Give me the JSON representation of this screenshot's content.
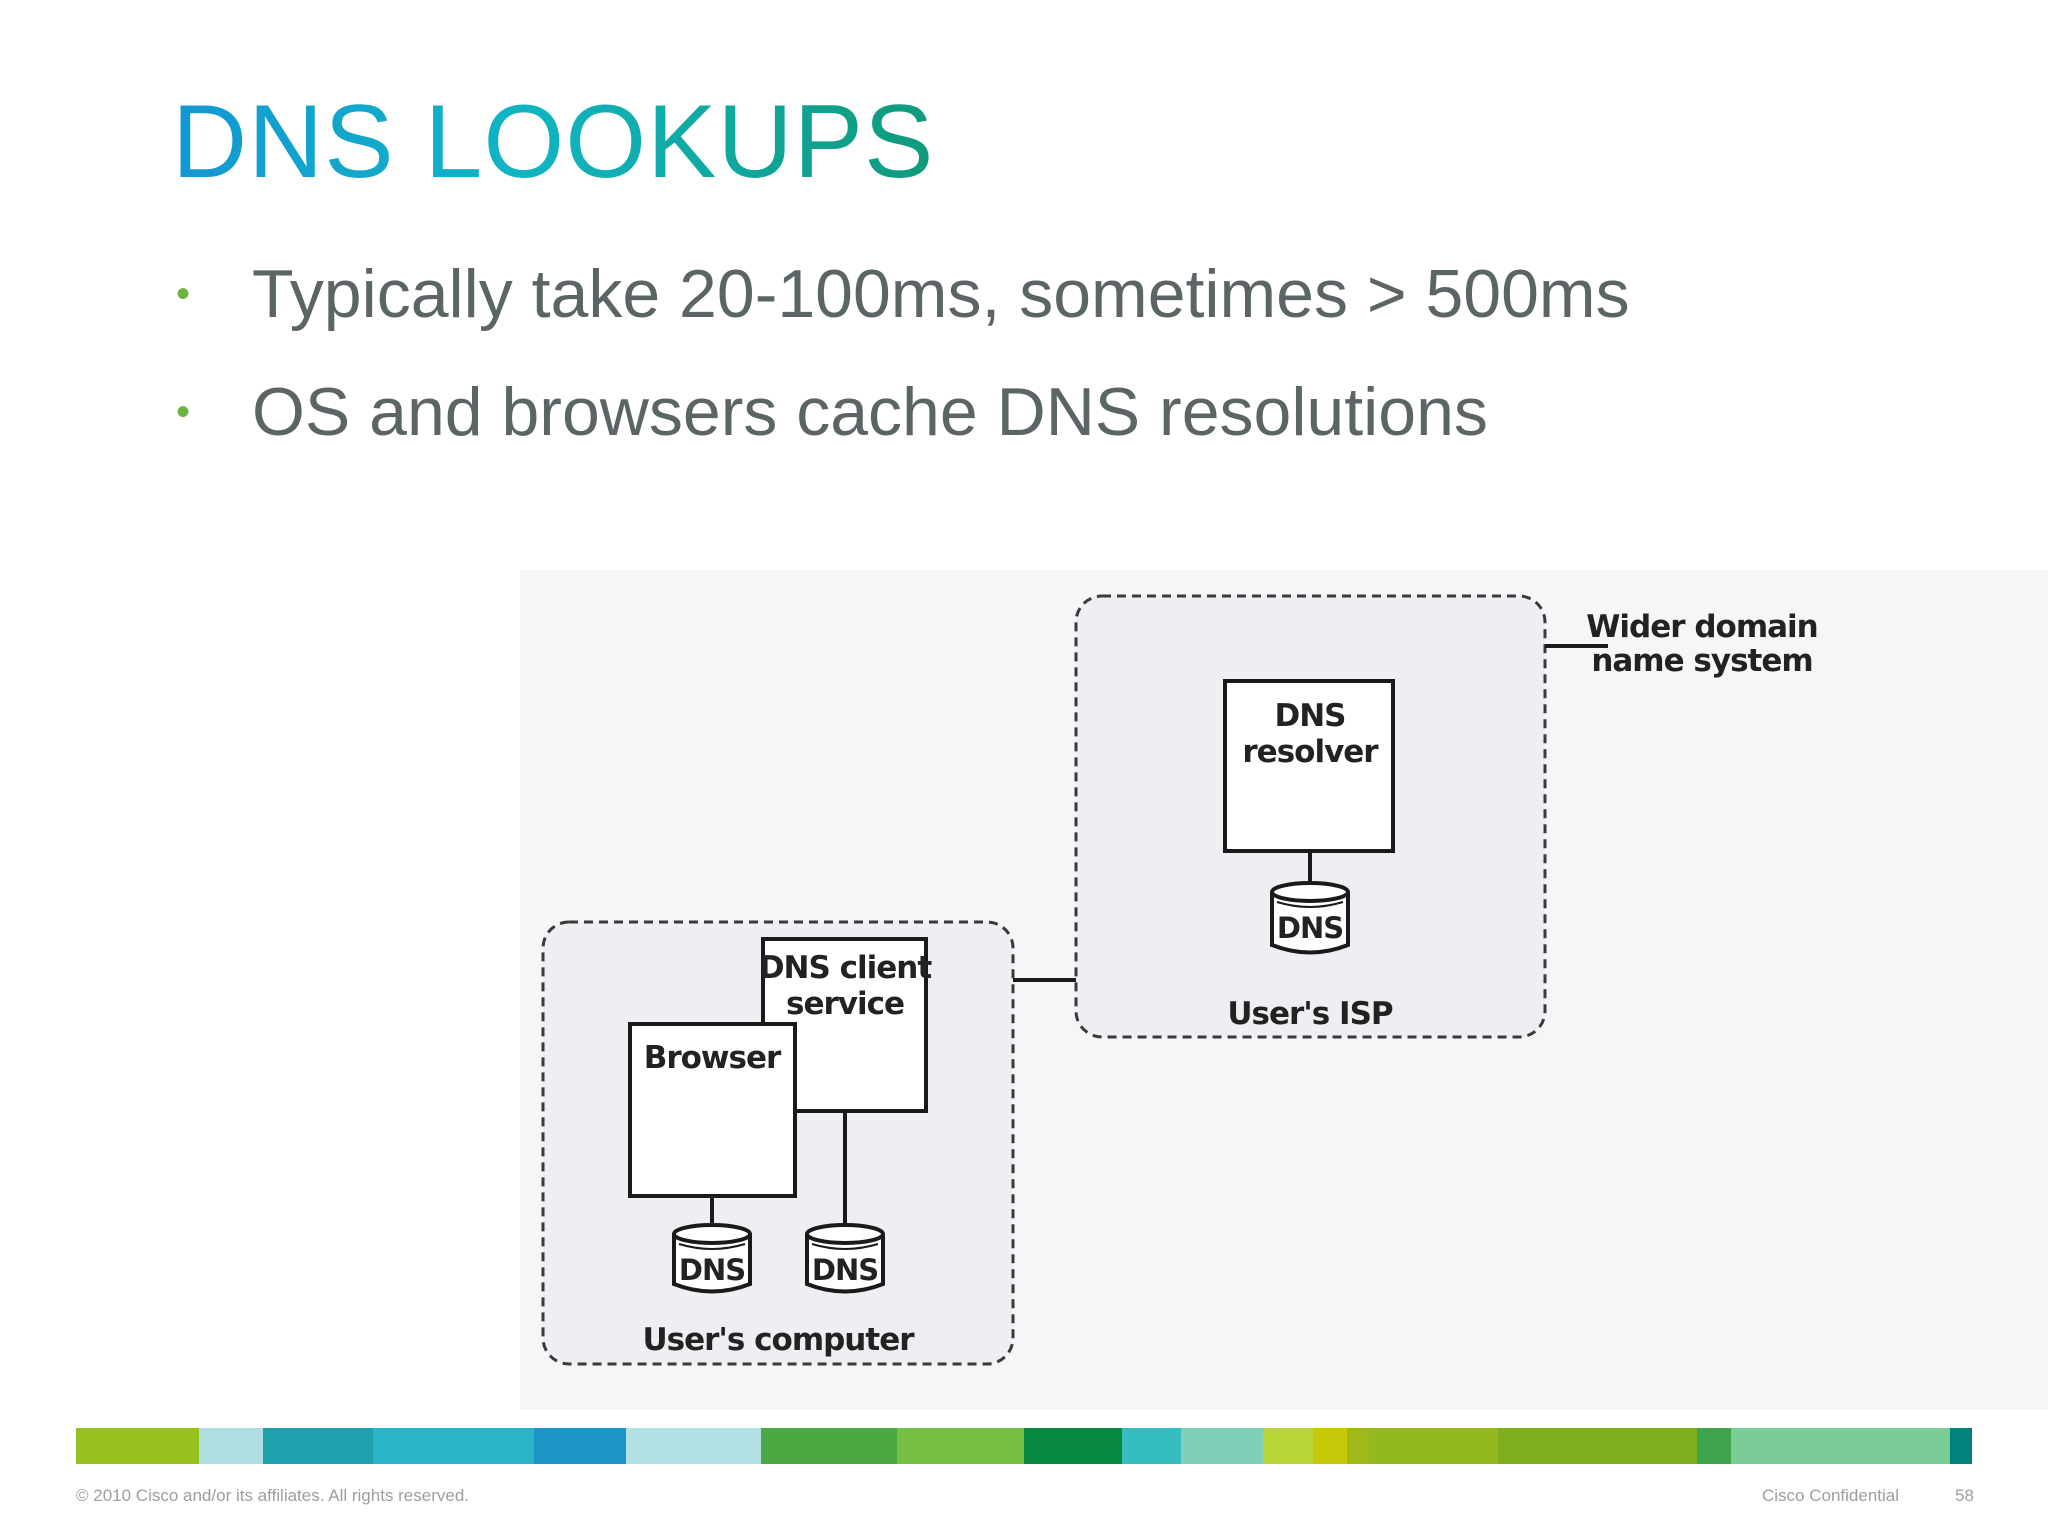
{
  "slide": {
    "title": "DNS LOOKUPS",
    "bullets": [
      {
        "marker": "•",
        "text": "Typically take 20-100ms, sometimes > 500ms"
      },
      {
        "marker": "•",
        "text": "OS and browsers cache DNS resolutions"
      }
    ]
  },
  "diagram": {
    "isp_group_label": "User's ISP",
    "wider_label_line1": "Wider domain",
    "wider_label_line2": "name system",
    "resolver_line1": "DNS",
    "resolver_line2": "resolver",
    "resolver_db_label": "DNS",
    "computer_group_label": "User's computer",
    "client_line1": "DNS client",
    "client_line2": "service",
    "browser_label": "Browser",
    "browser_db_label": "DNS",
    "client_db_label": "DNS"
  },
  "color_bar": {
    "segments": [
      {
        "color": "#97c11f",
        "weight": 124
      },
      {
        "color": "#b0dfe3",
        "weight": 64
      },
      {
        "color": "#1fa0ad",
        "weight": 110
      },
      {
        "color": "#2ab4c8",
        "weight": 162
      },
      {
        "color": "#1b95c5",
        "weight": 92
      },
      {
        "color": "#b3e0e3",
        "weight": 136
      },
      {
        "color": "#4aa942",
        "weight": 136
      },
      {
        "color": "#76bf44",
        "weight": 128
      },
      {
        "color": "#078a3f",
        "weight": 98
      },
      {
        "color": "#36bdbd",
        "weight": 60
      },
      {
        "color": "#7ecfb8",
        "weight": 82
      },
      {
        "color": "#b8d63a",
        "weight": 50
      },
      {
        "color": "#c8c80a",
        "weight": 34
      },
      {
        "color": "#9fb81a",
        "weight": 22
      },
      {
        "color": "#93b91c",
        "weight": 130
      },
      {
        "color": "#7faf1e",
        "weight": 200
      },
      {
        "color": "#3fa34f",
        "weight": 34
      },
      {
        "color": "#7ccc98",
        "weight": 220
      },
      {
        "color": "#00827f",
        "weight": 22
      }
    ]
  },
  "footer": {
    "copyright": "© 2010 Cisco and/or its affiliates. All rights reserved.",
    "confidential": "Cisco Confidential",
    "page_number": "58"
  }
}
